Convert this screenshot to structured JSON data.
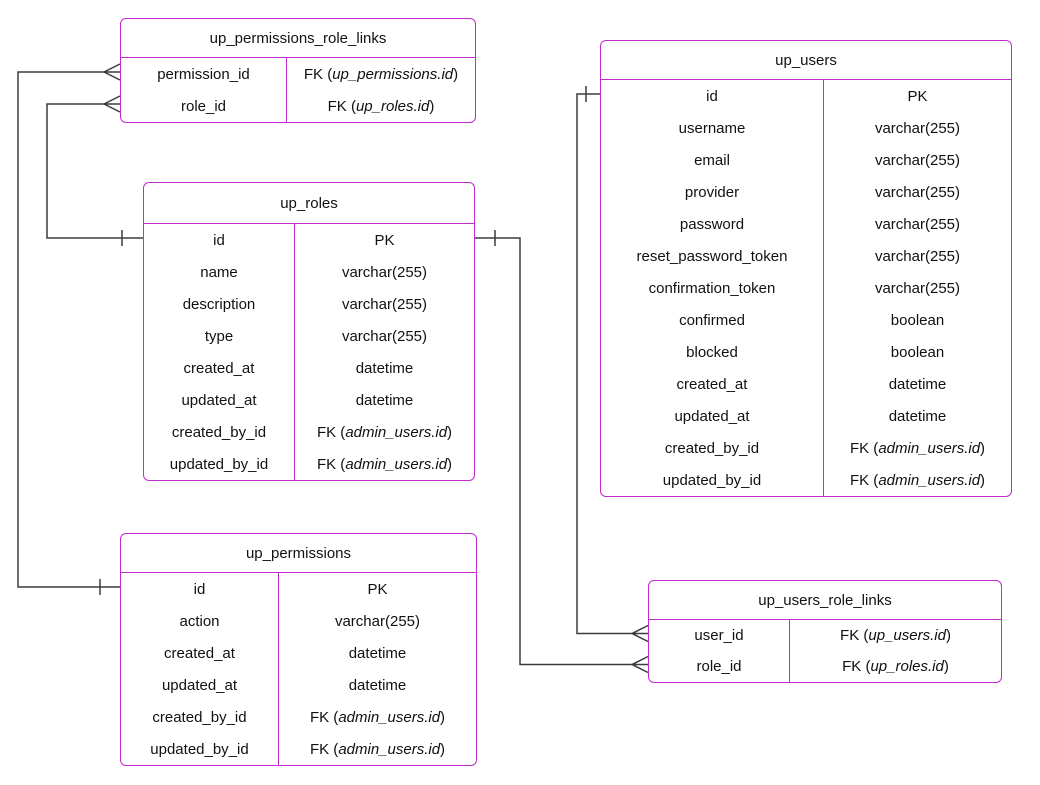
{
  "colors": {
    "accent": "#c02ccd",
    "line": "#3b3b3b",
    "text": "#111111",
    "bg": "#ffffff"
  },
  "diagram": {
    "tables": [
      {
        "name": "up_permissions_role_links",
        "rows": [
          {
            "field": "permission_id",
            "t1": "FK (",
            "t2": "up_permissions.id",
            "t3": ")"
          },
          {
            "field": "role_id",
            "t1": "FK (",
            "t2": "up_roles.id",
            "t3": ")"
          }
        ]
      },
      {
        "name": "up_roles",
        "rows": [
          {
            "field": "id",
            "t1": "PK",
            "t2": "",
            "t3": ""
          },
          {
            "field": "name",
            "t1": "varchar(255)",
            "t2": "",
            "t3": ""
          },
          {
            "field": "description",
            "t1": "varchar(255)",
            "t2": "",
            "t3": ""
          },
          {
            "field": "type",
            "t1": "varchar(255)",
            "t2": "",
            "t3": ""
          },
          {
            "field": "created_at",
            "t1": "datetime",
            "t2": "",
            "t3": ""
          },
          {
            "field": "updated_at",
            "t1": "datetime",
            "t2": "",
            "t3": ""
          },
          {
            "field": "created_by_id",
            "t1": "FK (",
            "t2": "admin_users.id",
            "t3": ")"
          },
          {
            "field": "updated_by_id",
            "t1": "FK (",
            "t2": "admin_users.id",
            "t3": ")"
          }
        ]
      },
      {
        "name": "up_permissions",
        "rows": [
          {
            "field": "id",
            "t1": "PK",
            "t2": "",
            "t3": ""
          },
          {
            "field": "action",
            "t1": "varchar(255)",
            "t2": "",
            "t3": ""
          },
          {
            "field": "created_at",
            "t1": "datetime",
            "t2": "",
            "t3": ""
          },
          {
            "field": "updated_at",
            "t1": "datetime",
            "t2": "",
            "t3": ""
          },
          {
            "field": "created_by_id",
            "t1": "FK (",
            "t2": "admin_users.id",
            "t3": ")"
          },
          {
            "field": "updated_by_id",
            "t1": "FK (",
            "t2": "admin_users.id",
            "t3": ")"
          }
        ]
      },
      {
        "name": "up_users",
        "rows": [
          {
            "field": "id",
            "t1": "PK",
            "t2": "",
            "t3": ""
          },
          {
            "field": "username",
            "t1": "varchar(255)",
            "t2": "",
            "t3": ""
          },
          {
            "field": "email",
            "t1": "varchar(255)",
            "t2": "",
            "t3": ""
          },
          {
            "field": "provider",
            "t1": "varchar(255)",
            "t2": "",
            "t3": ""
          },
          {
            "field": "password",
            "t1": "varchar(255)",
            "t2": "",
            "t3": ""
          },
          {
            "field": "reset_password_token",
            "t1": "varchar(255)",
            "t2": "",
            "t3": ""
          },
          {
            "field": "confirmation_token",
            "t1": "varchar(255)",
            "t2": "",
            "t3": ""
          },
          {
            "field": "confirmed",
            "t1": "boolean",
            "t2": "",
            "t3": ""
          },
          {
            "field": "blocked",
            "t1": "boolean",
            "t2": "",
            "t3": ""
          },
          {
            "field": "created_at",
            "t1": "datetime",
            "t2": "",
            "t3": ""
          },
          {
            "field": "updated_at",
            "t1": "datetime",
            "t2": "",
            "t3": ""
          },
          {
            "field": "created_by_id",
            "t1": "FK (",
            "t2": "admin_users.id",
            "t3": ")"
          },
          {
            "field": "updated_by_id",
            "t1": "FK (",
            "t2": "admin_users.id",
            "t3": ")"
          }
        ]
      },
      {
        "name": "up_users_role_links",
        "rows": [
          {
            "field": "user_id",
            "t1": "FK (",
            "t2": "up_users.id",
            "t3": ")"
          },
          {
            "field": "role_id",
            "t1": "FK (",
            "t2": "up_roles.id",
            "t3": ")"
          }
        ]
      }
    ],
    "relationships": [
      {
        "from": "up_permissions.id",
        "to": "up_permissions_role_links.permission_id",
        "cardinality": "one-to-many"
      },
      {
        "from": "up_roles.id",
        "to": "up_permissions_role_links.role_id",
        "cardinality": "one-to-many"
      },
      {
        "from": "up_roles.id",
        "to": "up_users_role_links.role_id",
        "cardinality": "one-to-many"
      },
      {
        "from": "up_users.id",
        "to": "up_users_role_links.user_id",
        "cardinality": "one-to-many"
      }
    ]
  }
}
